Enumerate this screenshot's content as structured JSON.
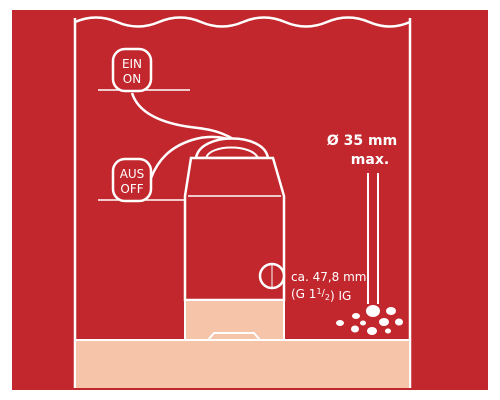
{
  "switch_on": {
    "line1": "EIN",
    "line2": "ON"
  },
  "switch_off": {
    "line1": "AUS",
    "line2": "OFF"
  },
  "particle_size": {
    "value": "Ø 35 mm",
    "suffix": "max."
  },
  "outlet": {
    "diameter": "ca. 47,8 mm",
    "thread_prefix": "(G 1",
    "thread_num": "1",
    "thread_den": "2",
    "thread_suffix": ") IG"
  },
  "colors": {
    "background": "#c1272d",
    "line": "#ffffff",
    "ground": "#f5c4a9",
    "pump_base": "#f5c4a9"
  }
}
